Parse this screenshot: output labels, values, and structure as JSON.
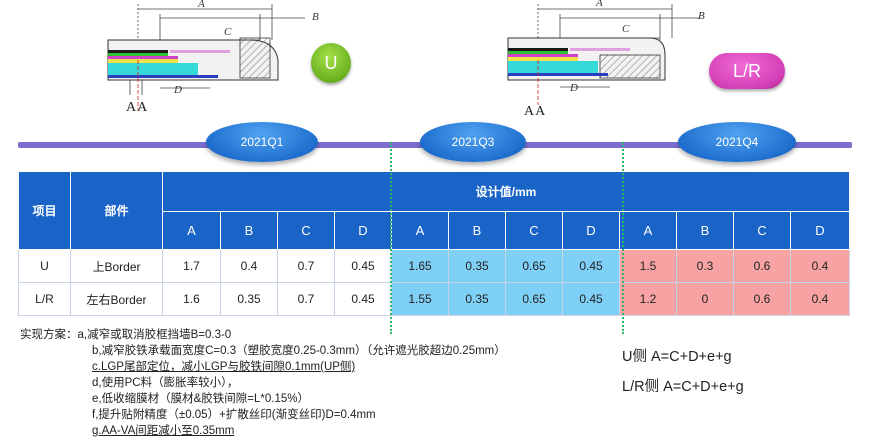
{
  "diagrams": [
    {
      "labels": {
        "A": "A",
        "B": "B",
        "C": "C",
        "D": "D"
      },
      "aa": "AA"
    },
    {
      "labels": {
        "A": "A",
        "B": "B",
        "C": "C",
        "D": "D"
      },
      "aa": "AA"
    }
  ],
  "badges": {
    "u": "U",
    "lr": "L/R"
  },
  "timeline": {
    "quarters": [
      "2021Q1",
      "2021Q3",
      "2021Q4"
    ]
  },
  "table": {
    "header_item": "项目",
    "header_part": "部件",
    "header_design": "设计值/mm",
    "sub_headers": [
      "A",
      "B",
      "C",
      "D",
      "A",
      "B",
      "C",
      "D",
      "A",
      "B",
      "C",
      "D"
    ],
    "rows": [
      {
        "item": "U",
        "part": "上Border",
        "values": [
          "1.7",
          "0.4",
          "0.7",
          "0.45",
          "1.65",
          "0.35",
          "0.65",
          "0.45",
          "1.5",
          "0.3",
          "0.6",
          "0.4"
        ]
      },
      {
        "item": "L/R",
        "part": "左右Border",
        "values": [
          "1.6",
          "0.35",
          "0.7",
          "0.45",
          "1.55",
          "0.35",
          "0.65",
          "0.45",
          "1.2",
          "0",
          "0.6",
          "0.4"
        ]
      }
    ]
  },
  "notes": {
    "lead": "实现方案：",
    "a": "a,减窄或取消胶框挡墙B=0.3-0",
    "b": "b,减窄胶铁承载面宽度C=0.3（塑胶宽度0.25-0.3mm）（允许遮光胶超边0.25mm）",
    "c": "c.LGP尾部定位，减小LGP与胶铁间隙0.1mm(UP侧)",
    "d": "d,使用PC料（膨胀率较小），",
    "e": "e,低收缩膜材（膜材&胶铁间隙=L*0.15%）",
    "f": "f,提升贴附精度（±0.05）+扩散丝印(渐变丝印)D=0.4mm",
    "g": "g.AA-VA间距减小至0.35mm"
  },
  "formulas": {
    "u": "U侧  A=C+D+e+g",
    "lr": "L/R侧 A=C+D+e+g"
  },
  "colors": {
    "header_blue": "#1a64c8",
    "cell_blue": "#7fd0f6",
    "cell_pink": "#f7a3a3",
    "timeline": "#7a6fd1",
    "badge_green": "#69b21e",
    "badge_magenta": "#d43fb6"
  }
}
